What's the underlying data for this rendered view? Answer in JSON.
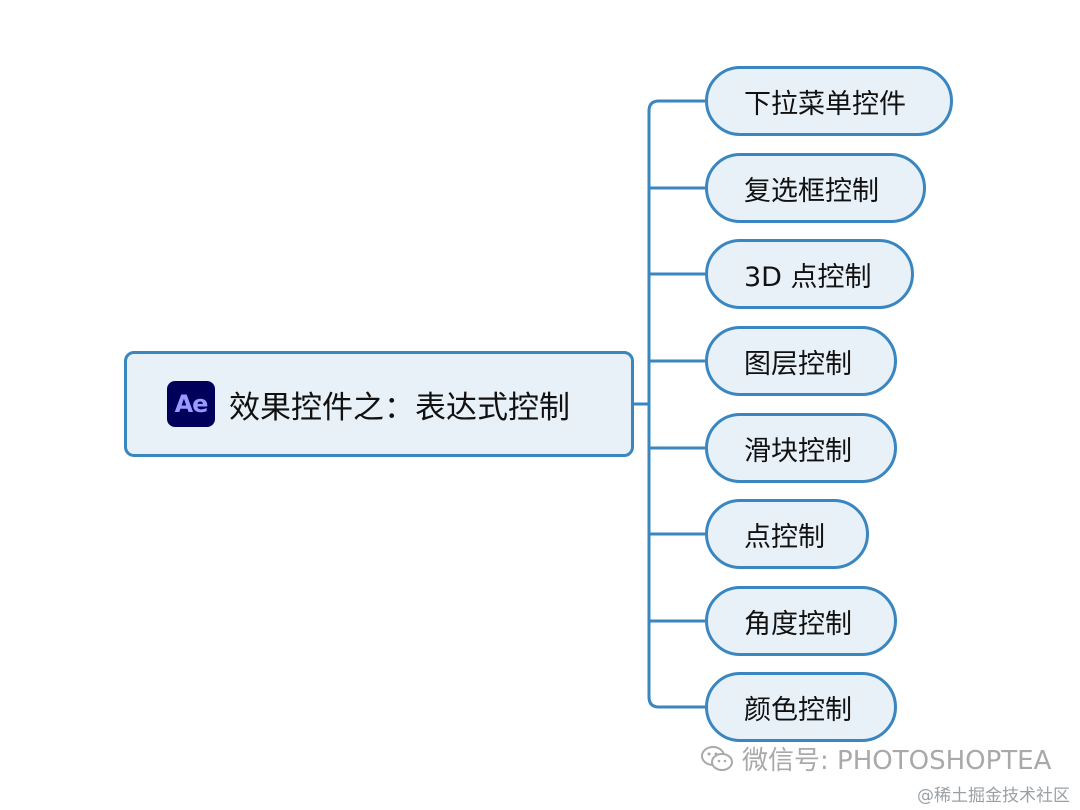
{
  "root": {
    "logo_text": "Ae",
    "title": "效果控件之：表达式控制"
  },
  "branches": [
    {
      "label": "下拉菜单控件"
    },
    {
      "label": "复选框控制"
    },
    {
      "label": "3D 点控制"
    },
    {
      "label": "图层控制"
    },
    {
      "label": "滑块控制"
    },
    {
      "label": "点控制"
    },
    {
      "label": "角度控制"
    },
    {
      "label": "颜色控制"
    }
  ],
  "watermark": {
    "icon": "wechat-icon",
    "text": "微信号: PHOTOSHOPTEA"
  },
  "footer": {
    "credit": "@稀土掘金技术社区"
  },
  "colors": {
    "node_fill": "#e8f1f8",
    "node_border": "#3a86c0",
    "connector": "#3a86c0",
    "logo_bg": "#00005b",
    "logo_text": "#9999ff"
  }
}
